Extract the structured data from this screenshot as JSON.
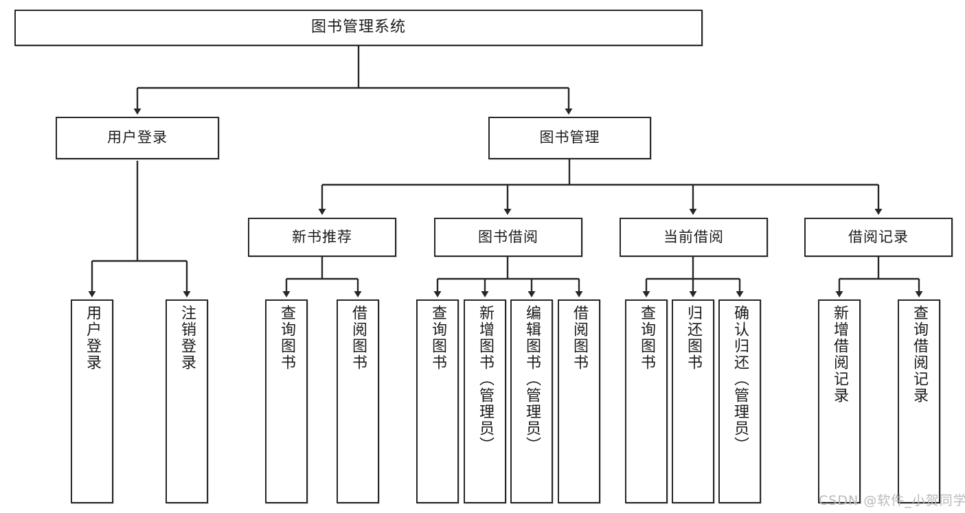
{
  "diagram": {
    "title": "图书管理系统",
    "type": "tree-hierarchy-chart",
    "orientation": "top-down",
    "colors": {
      "box_border": "#262626",
      "box_fill": "#ffffff",
      "edge": "#262626",
      "text": "#1a1a1a",
      "watermark": "#b9b9b9",
      "canvas": "#ffffff"
    }
  },
  "nodes": {
    "root": {
      "label": "图书管理系统",
      "level": 0
    },
    "level1": [
      {
        "id": "user-login",
        "label": "用户登录"
      },
      {
        "id": "book-manage",
        "label": "图书管理"
      }
    ],
    "level2": [
      {
        "id": "new-book-recommend",
        "label": "新书推荐",
        "parent": "book-manage"
      },
      {
        "id": "book-borrow",
        "label": "图书借阅",
        "parent": "book-manage"
      },
      {
        "id": "current-borrow",
        "label": "当前借阅",
        "parent": "book-manage"
      },
      {
        "id": "borrow-record",
        "label": "借阅记录",
        "parent": "book-manage"
      }
    ],
    "leaves": [
      {
        "id": "leaf-user-login",
        "label": "用户登录",
        "parent": "user-login"
      },
      {
        "id": "leaf-logout",
        "label": "注销登录",
        "parent": "user-login"
      },
      {
        "id": "leaf-query-book-1",
        "label": "查询图书",
        "parent": "new-book-recommend"
      },
      {
        "id": "leaf-borrow-book-1",
        "label": "借阅图书",
        "parent": "new-book-recommend"
      },
      {
        "id": "leaf-query-book-2",
        "label": "查询图书",
        "parent": "book-borrow"
      },
      {
        "id": "leaf-add-book",
        "label": "新增图书（管理员）",
        "parent": "book-borrow"
      },
      {
        "id": "leaf-edit-book",
        "label": "编辑图书（管理员）",
        "parent": "book-borrow"
      },
      {
        "id": "leaf-borrow-book-2",
        "label": "借阅图书",
        "parent": "book-borrow"
      },
      {
        "id": "leaf-query-book-3",
        "label": "查询图书",
        "parent": "current-borrow"
      },
      {
        "id": "leaf-return-book",
        "label": "归还图书",
        "parent": "current-borrow"
      },
      {
        "id": "leaf-confirm-return",
        "label": "确认归还（管理员）",
        "parent": "current-borrow"
      },
      {
        "id": "leaf-add-record",
        "label": "新增借阅记录",
        "parent": "borrow-record"
      },
      {
        "id": "leaf-query-record",
        "label": "查询借阅记录",
        "parent": "borrow-record"
      }
    ]
  },
  "watermark": {
    "text": "CSDN @软件_小贺同学"
  }
}
